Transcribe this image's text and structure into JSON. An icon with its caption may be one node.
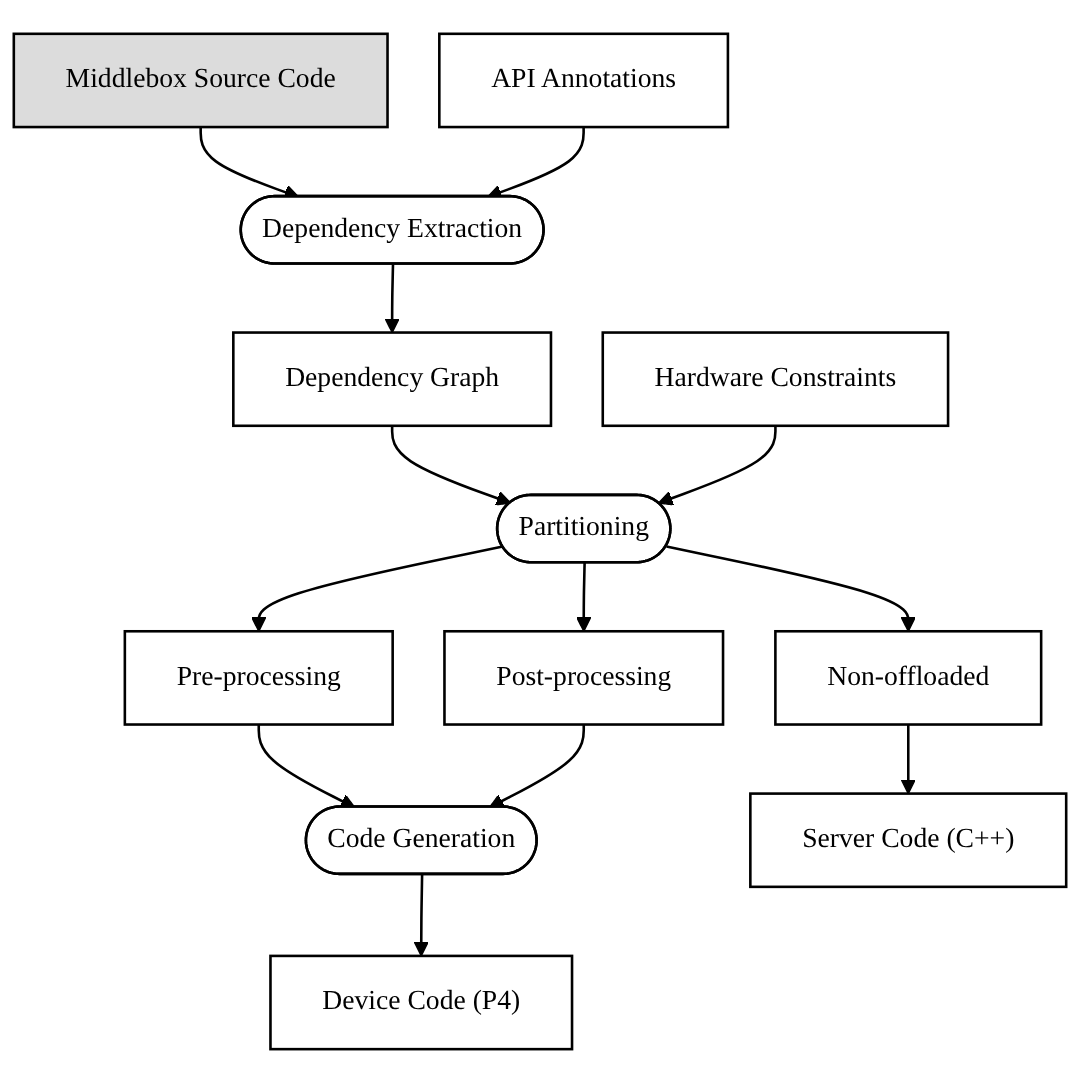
{
  "diagram": {
    "nodes": [
      {
        "text": [
          "Middlebox Source Code"
        ]
      },
      {
        "text": [
          "API Annotations"
        ]
      },
      {
        "text": [
          "Dependency Extraction"
        ]
      },
      {
        "text": [
          "Dependency Graph"
        ]
      },
      {
        "text": [
          "Hardware Constraints"
        ]
      },
      {
        "text": [
          "Partitioning"
        ]
      },
      {
        "text": [
          "Pre-processing"
        ]
      },
      {
        "text": [
          "Non-offloaded"
        ]
      },
      {
        "text": [
          "Post-processing"
        ]
      },
      {
        "text": [
          "Code Generation"
        ]
      },
      {
        "text": [
          "Device Code (P4)"
        ]
      },
      {
        "text": [
          "Server Code (C++)"
        ]
      }
    ],
    "edges": [
      {
        "from": 0,
        "to": 2,
        "arrow": "to"
      },
      {
        "from": 1,
        "to": 2,
        "arrow": "to"
      },
      {
        "from": 2,
        "to": 3,
        "arrow": "to"
      },
      {
        "from": 3,
        "to": 5,
        "arrow": "to"
      },
      {
        "from": 4,
        "to": 5,
        "arrow": "to"
      },
      {
        "from": 5,
        "to": 6,
        "arrow": "to"
      },
      {
        "from": 5,
        "to": 7,
        "arrow": "to"
      },
      {
        "from": 5,
        "to": 8,
        "arrow": "to"
      },
      {
        "from": 6,
        "to": 9,
        "arrow": "to"
      },
      {
        "from": 8,
        "to": 9,
        "arrow": "to"
      },
      {
        "from": 9,
        "to": 10,
        "arrow": "to"
      },
      {
        "from": 7,
        "to": 11,
        "arrow": "to"
      }
    ]
  }
}
